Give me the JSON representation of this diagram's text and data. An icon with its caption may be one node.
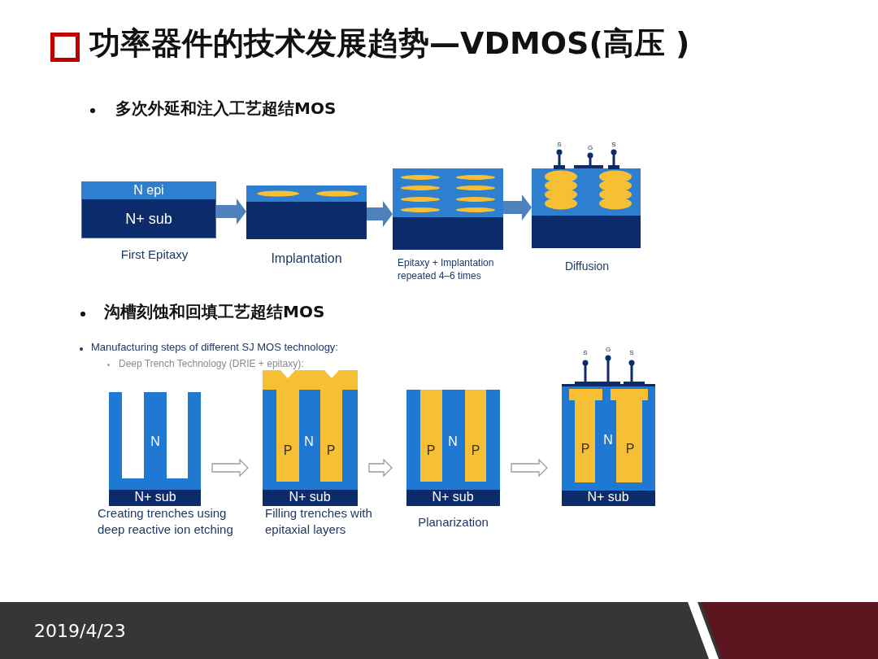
{
  "diagram": {
    "title": "功率器件的技术发展趋势—VDMOS(高压 )",
    "nodes": [
      {
        "text": [
          "N epi",
          "N+ sub"
        ],
        "beside": [
          "First Epitaxy"
        ]
      },
      {
        "text": [],
        "shape": "box",
        "beside": [
          "Implantation"
        ]
      },
      {
        "text": [],
        "shape": "box",
        "beside": [
          "Epitaxy + Implantation repeated 4–6 times"
        ]
      },
      {
        "text": [
          "S",
          "G",
          "S"
        ],
        "beside": [
          "Diffusion"
        ]
      },
      {
        "text": [
          "N",
          "N+ sub"
        ],
        "beside": [
          "Creating trenches using deep reactive ion etching"
        ]
      },
      {
        "text": [
          "P",
          "N",
          "P",
          "N+ sub"
        ],
        "beside": [
          "Filling trenches with epitaxial layers"
        ]
      },
      {
        "text": [
          "P",
          "N",
          "P",
          "N+ sub"
        ],
        "beside": [
          "Planarization"
        ]
      },
      {
        "text": [
          "S",
          "G",
          "S",
          "P",
          "N",
          "P",
          "N+ sub"
        ]
      }
    ],
    "edges": [
      {
        "from": 0,
        "to": 1,
        "arrow": "to",
        "style": "thick",
        "color": "#4f81bd"
      },
      {
        "from": 1,
        "to": 2,
        "arrow": "to",
        "style": "thick",
        "color": "#4f81bd"
      },
      {
        "from": 2,
        "to": 3,
        "arrow": "to",
        "style": "thick",
        "color": "#4f81bd"
      },
      {
        "from": 4,
        "to": 5,
        "arrow": "to"
      },
      {
        "from": 5,
        "to": 6,
        "arrow": "to"
      },
      {
        "from": 6,
        "to": 7,
        "arrow": "to"
      }
    ],
    "labels": [
      "多次外延和注入工艺超结MOS",
      "沟槽刻蚀和回填工艺超结MOS",
      "Manufacturing steps of different SJ MOS technology:",
      "Deep Trench Technology (DRIE + epitaxy):",
      "2019/4/23"
    ]
  }
}
